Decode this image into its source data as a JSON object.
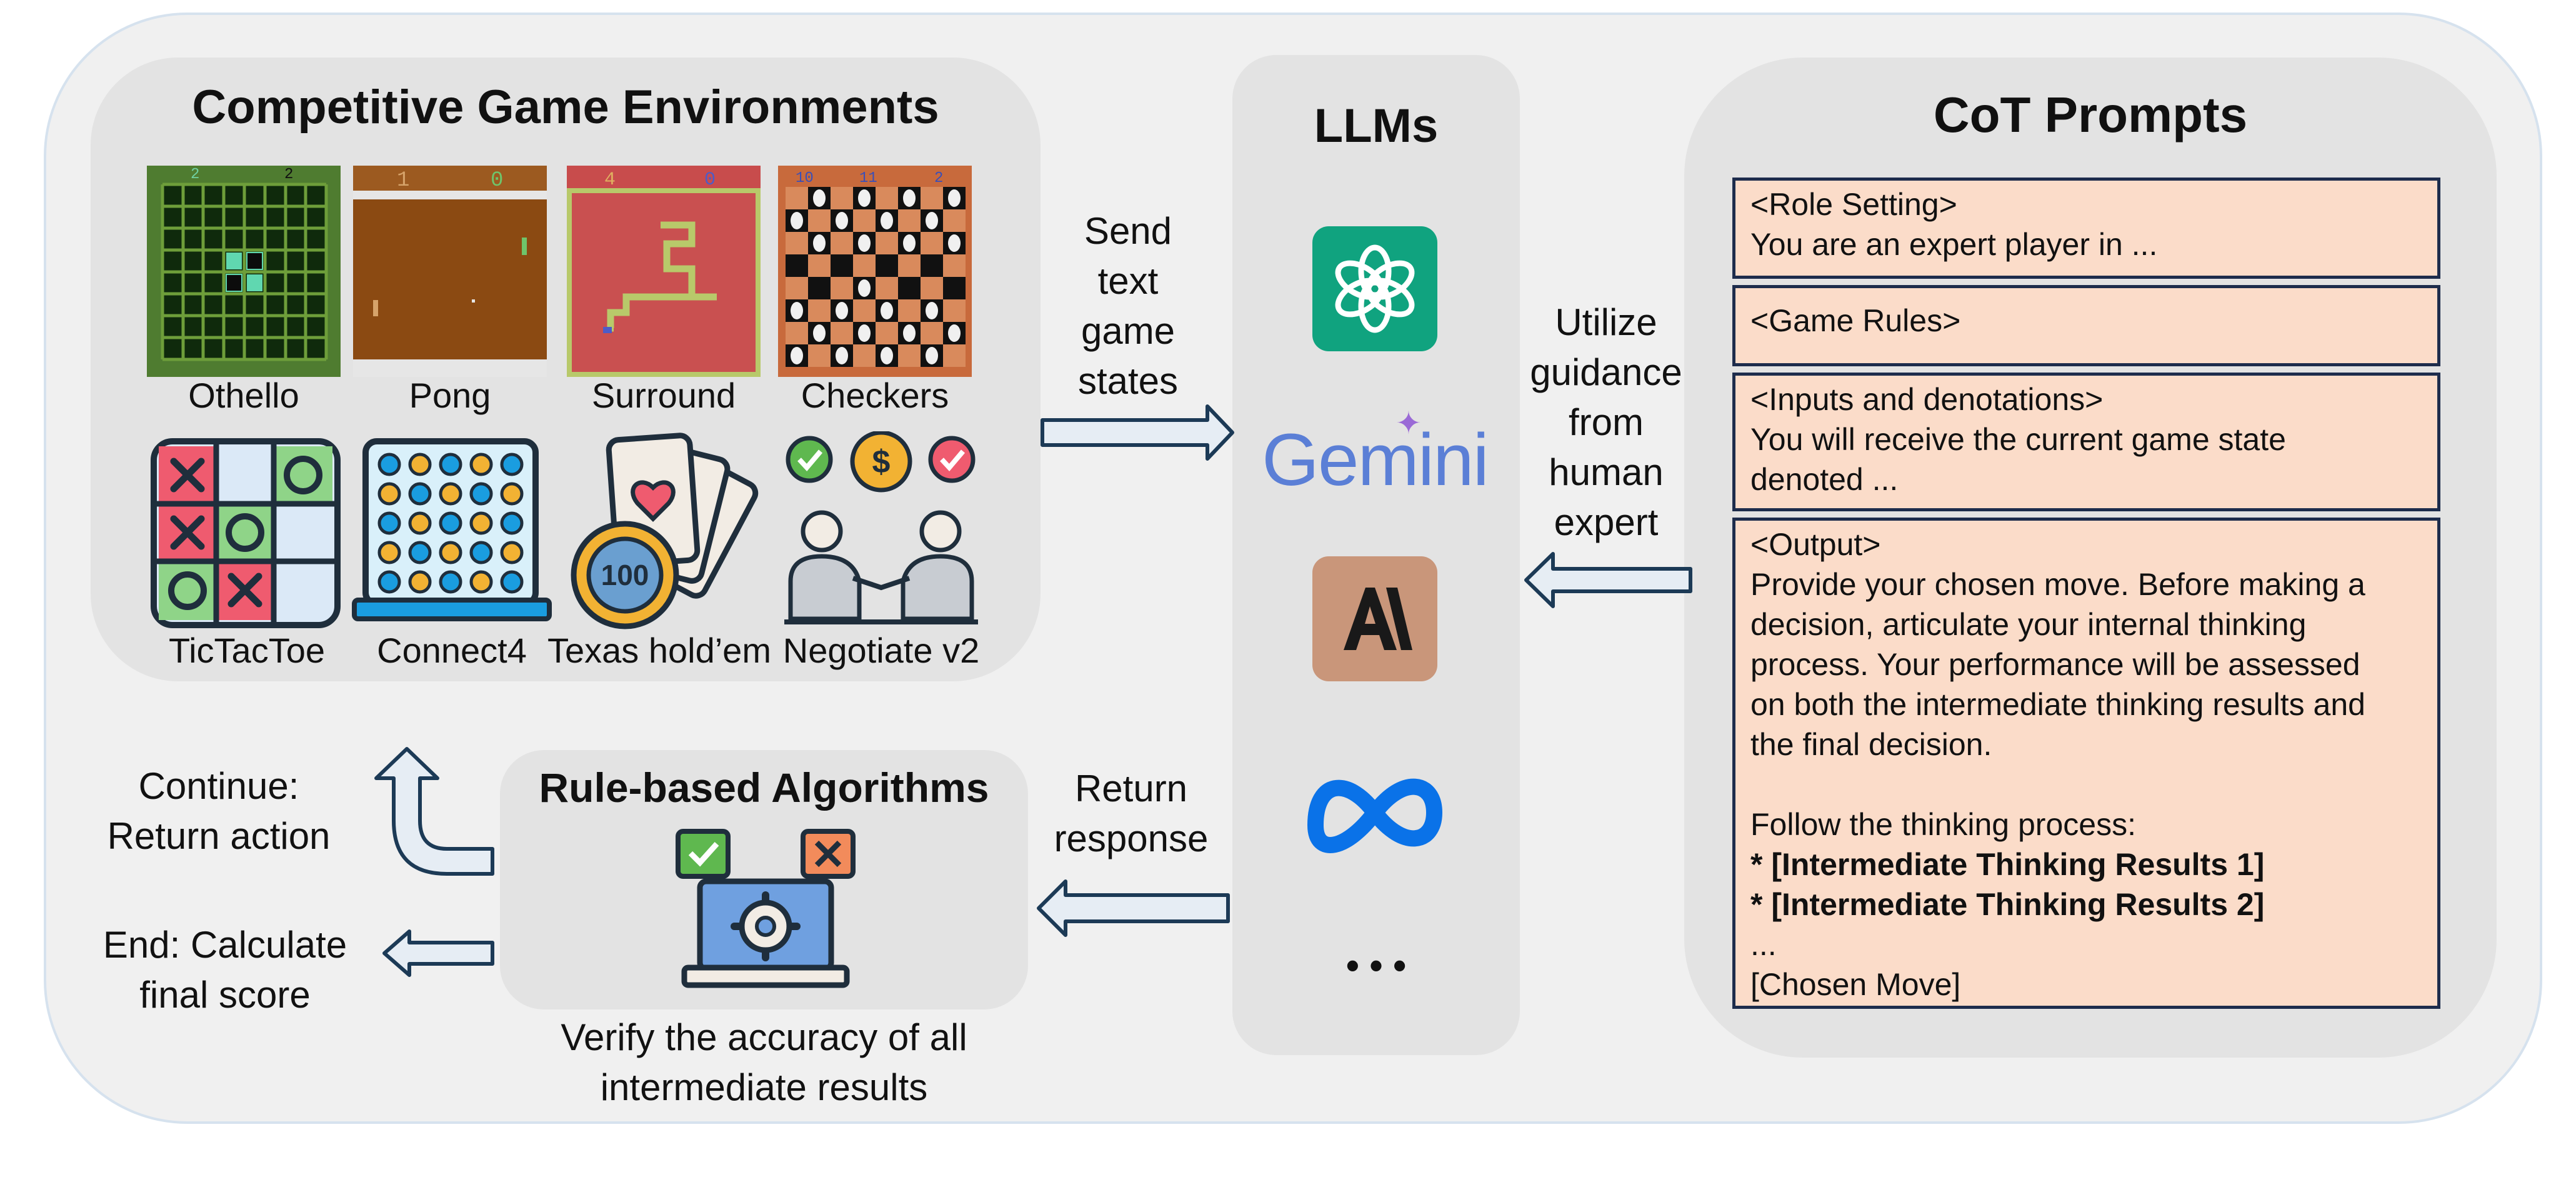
{
  "games_panel": {
    "title": "Competitive Game Environments",
    "games": [
      "Othello",
      "Pong",
      "Surround",
      "Checkers",
      "TicTacToe",
      "Connect4",
      "Texas hold’em",
      "Negotiate v2"
    ],
    "othello_scores": [
      "2",
      "2"
    ],
    "pong_scores": [
      "1",
      "0"
    ],
    "surround_scores": [
      "4",
      "0"
    ],
    "checkers_scores": [
      "10",
      "11",
      "2"
    ],
    "chip_value": "100",
    "coin_symbol": "$"
  },
  "llm_panel": {
    "title": "LLMs",
    "models": [
      "chatgpt-icon",
      "Gemini",
      "anthropic-icon",
      "meta-icon"
    ],
    "more": "• • •"
  },
  "cot_panel": {
    "title": "CoT Prompts",
    "role": [
      "<Role Setting>",
      "You are an expert player in ..."
    ],
    "rules": "<Game Rules>",
    "inputs": [
      "<Inputs and denotations>",
      "You will receive the current game state",
      "denoted ..."
    ],
    "output_head": "<Output>",
    "output_lines": [
      "Provide your chosen move. Before making a",
      "decision, articulate your internal thinking",
      "process. Your performance will be assessed",
      "on both the intermediate thinking results and",
      "the final decision."
    ],
    "follow": "Follow the thinking process:",
    "step1": "* [Intermediate Thinking Results 1]",
    "step2": "* [Intermediate Thinking Results 2]",
    "ellipsis": "...",
    "chosen": "[Chosen Move]"
  },
  "rule_panel": {
    "title": "Rule-based Algorithms",
    "caption": [
      "Verify the accuracy of all",
      "intermediate results"
    ]
  },
  "flow": {
    "send": [
      "Send",
      "text",
      "game",
      "states"
    ],
    "utilize": [
      "Utilize",
      "guidance",
      "from",
      "human",
      "expert"
    ],
    "return_response": [
      "Return",
      "response"
    ],
    "continue": [
      "Continue:",
      "Return action"
    ],
    "end": [
      "End: Calculate",
      "final score"
    ]
  },
  "colors": {
    "arrow_fill": "#e6edf4",
    "arrow_stroke": "#1c3a56",
    "cot_box_fill": "#fbdcc9",
    "cot_box_border": "#1d2c4c",
    "chatgpt": "#10a37f",
    "anthropic": "#c9967a",
    "meta": "#0a72e8"
  }
}
